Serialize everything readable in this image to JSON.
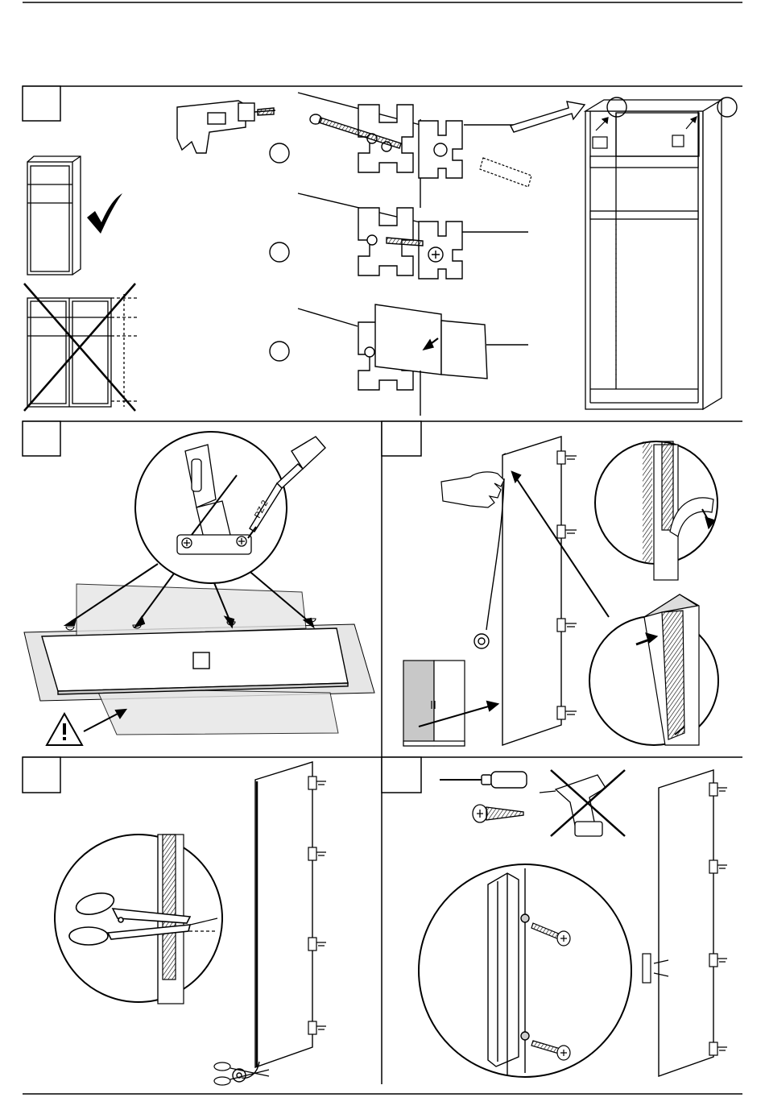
{
  "page": {
    "title": "",
    "footer_text": ""
  },
  "panels": [
    {
      "id": "panel-1",
      "step_number": "",
      "description": ""
    },
    {
      "id": "panel-2",
      "step_number": "",
      "description": ""
    },
    {
      "id": "panel-3",
      "step_number": "",
      "description": ""
    },
    {
      "id": "panel-4",
      "step_number": "",
      "description": ""
    },
    {
      "id": "panel-5",
      "step_number": "",
      "description": ""
    }
  ],
  "labels": {
    "screwdriver_tip": "PZ 2",
    "door_label": "",
    "step_circle_1": "",
    "step_circle_2": "",
    "step_circle_3": ""
  },
  "icons": [
    "checkmark-icon",
    "cross-icon",
    "warning-icon",
    "drill-icon",
    "screwdriver-icon",
    "scissors-icon",
    "screw-icon",
    "no-cordless-drill-icon"
  ],
  "colors": {
    "line": "#000000",
    "shaded_panel": "#c8c8c8",
    "door_fill": "#ffffff",
    "light_gray": "#e6e6e6"
  }
}
